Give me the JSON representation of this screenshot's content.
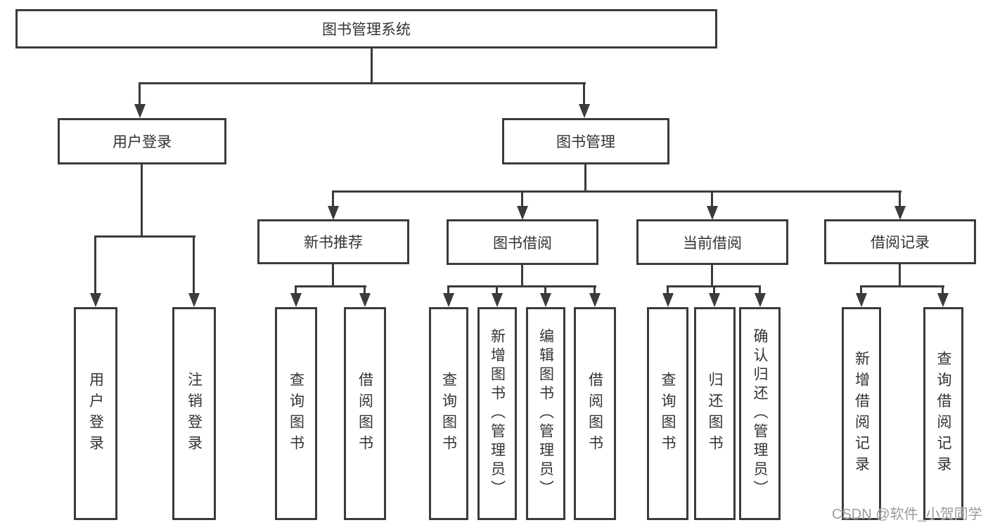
{
  "nodes": {
    "root": {
      "label": "图书管理系统"
    },
    "user_login": {
      "label": "用户登录"
    },
    "book_mgmt": {
      "label": "图书管理"
    },
    "new_book_rec": {
      "label": "新书推荐"
    },
    "book_borrow": {
      "label": "图书借阅"
    },
    "current_borrow": {
      "label": "当前借阅"
    },
    "borrow_records": {
      "label": "借阅记录"
    },
    "leaf_user_login": {
      "label": "用户登录"
    },
    "leaf_logout": {
      "label": "注销登录"
    },
    "leaf_nb_query": {
      "label": "查询图书"
    },
    "leaf_nb_borrow": {
      "label": "借阅图书"
    },
    "leaf_bb_query": {
      "label": "查询图书"
    },
    "leaf_bb_add": {
      "label": "新增图书（管理员）"
    },
    "leaf_bb_edit": {
      "label": "编辑图书（管理员）"
    },
    "leaf_bb_borrow": {
      "label": "借阅图书"
    },
    "leaf_cb_query": {
      "label": "查询图书"
    },
    "leaf_cb_return": {
      "label": "归还图书"
    },
    "leaf_cb_confirm": {
      "label": "确认归还（管理员）"
    },
    "leaf_br_add": {
      "label": "新增借阅记录"
    },
    "leaf_br_query": {
      "label": "查询借阅记录"
    }
  },
  "hierarchy": {
    "图书管理系统": {
      "用户登录": [
        "用户登录",
        "注销登录"
      ],
      "图书管理": {
        "新书推荐": [
          "查询图书",
          "借阅图书"
        ],
        "图书借阅": [
          "查询图书",
          "新增图书（管理员）",
          "编辑图书（管理员）",
          "借阅图书"
        ],
        "当前借阅": [
          "查询图书",
          "归还图书",
          "确认归还（管理员）"
        ],
        "借阅记录": [
          "新增借阅记录",
          "查询借阅记录"
        ]
      }
    }
  },
  "watermark": {
    "text": "CSDN @软件_小贺同学"
  },
  "colors": {
    "line": "#3b3b3b",
    "text": "#333333",
    "watermark": "#9b9b9b",
    "background": "#ffffff"
  }
}
